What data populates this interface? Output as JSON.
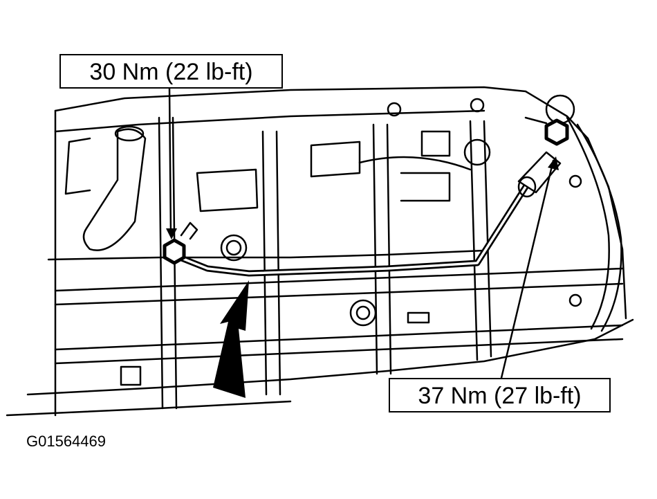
{
  "callouts": {
    "upper_left_torque": "30 Nm (22 lb-ft)",
    "lower_right_torque": "37 Nm (27 lb-ft)"
  },
  "figure_id": "G01564469",
  "colors": {
    "line": "#000000",
    "background": "#ffffff"
  }
}
